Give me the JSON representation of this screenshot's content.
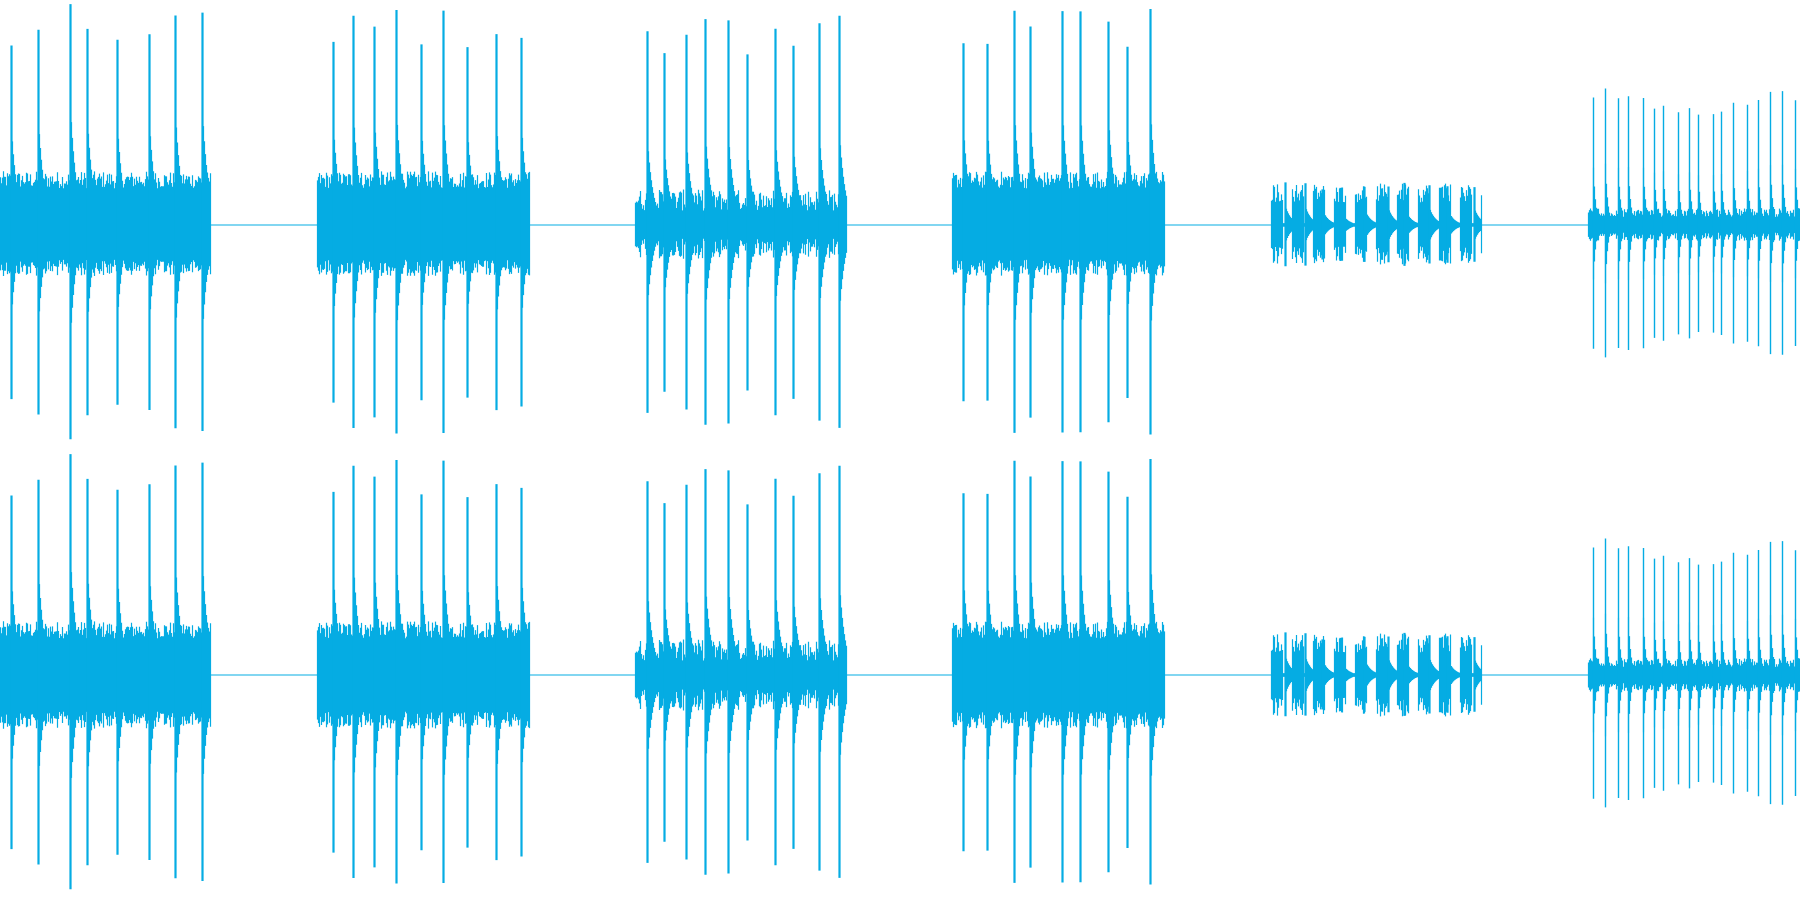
{
  "waveform": {
    "color": "#05ace3",
    "background": "#ffffff",
    "channels": [
      {
        "name": "left"
      },
      {
        "name": "right"
      }
    ],
    "bursts": [
      {
        "start": 0.0,
        "end": 0.117,
        "peak": 1.0,
        "body": 0.22,
        "transients": 8,
        "style": "dense"
      },
      {
        "start": 0.176,
        "end": 0.294,
        "peak": 1.0,
        "body": 0.22,
        "transients": 9,
        "style": "dense"
      },
      {
        "start": 0.353,
        "end": 0.47,
        "peak": 0.95,
        "body": 0.16,
        "transients": 10,
        "style": "sparse"
      },
      {
        "start": 0.529,
        "end": 0.647,
        "peak": 0.98,
        "body": 0.22,
        "transients": 9,
        "style": "dense"
      },
      {
        "start": 0.706,
        "end": 0.823,
        "peak": 0.2,
        "body": 0.17,
        "transients": 10,
        "style": "quiet"
      },
      {
        "start": 0.882,
        "end": 1.0,
        "peak": 0.6,
        "body": 0.1,
        "transients": 18,
        "style": "ticks"
      }
    ]
  }
}
